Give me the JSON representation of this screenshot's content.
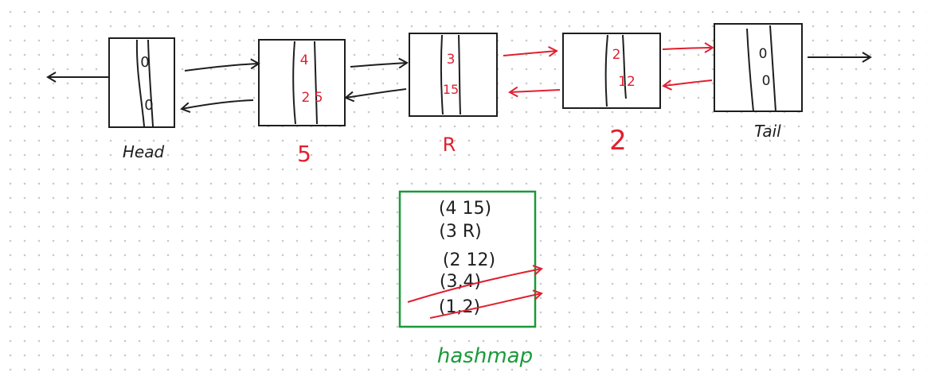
{
  "colors": {
    "ink": "#1e1e1e",
    "red": "#e02030",
    "green": "#1a9a3a"
  },
  "nodes": [
    {
      "label": "Head",
      "key": "0",
      "value": "0",
      "label_color": "ink",
      "value_color": "ink"
    },
    {
      "label": "5",
      "key": "4",
      "value": "2 5",
      "label_color": "red",
      "value_color": "red"
    },
    {
      "label": "R",
      "key": "3",
      "value": "15",
      "label_color": "red",
      "value_color": "red"
    },
    {
      "label": "2",
      "key": "2",
      "value": "12",
      "label_color": "red",
      "value_color": "red"
    },
    {
      "label": "Tail",
      "key": "0",
      "value": "0",
      "label_color": "ink",
      "value_color": "ink"
    }
  ],
  "hashmap": {
    "title": "hashmap",
    "entries": [
      {
        "text": "(4 15)",
        "crossed": false
      },
      {
        "text": "(3 R)",
        "crossed": false
      },
      {
        "text": "(2 12)",
        "crossed": false
      },
      {
        "text": "(3,4)",
        "crossed": true
      },
      {
        "text": "(1,2)",
        "crossed": true
      }
    ]
  }
}
